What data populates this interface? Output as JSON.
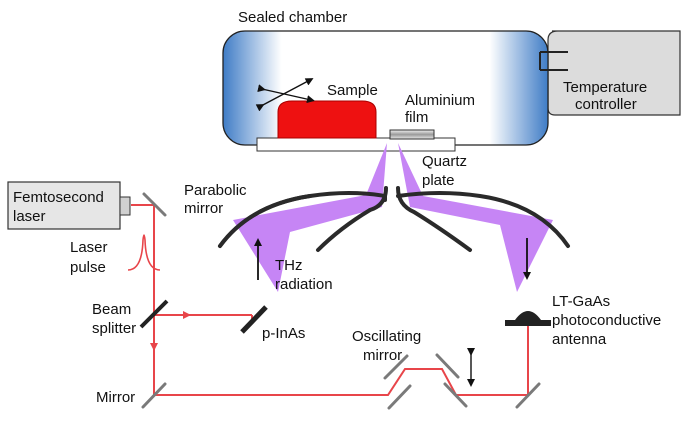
{
  "labels": {
    "sealed_chamber": "Sealed chamber",
    "temperature_controller_line1": "Temperature",
    "temperature_controller_line2": "controller",
    "sample": "Sample",
    "aluminium_line1": "Aluminium",
    "aluminium_line2": "film",
    "quartz_line1": "Quartz",
    "quartz_line2": "plate",
    "parabolic_line1": "Parabolic",
    "parabolic_line2": "mirror",
    "femto_line1": "Femtosecond",
    "femto_line2": "laser",
    "laser_pulse_line1": "Laser",
    "laser_pulse_line2": "pulse",
    "thz_line1": "THz",
    "thz_line2": "radiation",
    "beam_splitter_line1": "Beam",
    "beam_splitter_line2": "splitter",
    "pinas": "p-InAs",
    "oscillating_line1": "Oscillating",
    "oscillating_line2": "mirror",
    "ltgaas_line1": "LT-GaAs",
    "ltgaas_line2": "photoconductive",
    "ltgaas_line3": "antenna",
    "mirror": "Mirror"
  },
  "colors": {
    "laser_beam": "#e8454a",
    "thz_beam": "#c685f5",
    "sample": "#ee1111",
    "chamber_edge": "#4f86c8",
    "optics": "#7a7a7a",
    "controller_fill": "#dcdcdc"
  }
}
